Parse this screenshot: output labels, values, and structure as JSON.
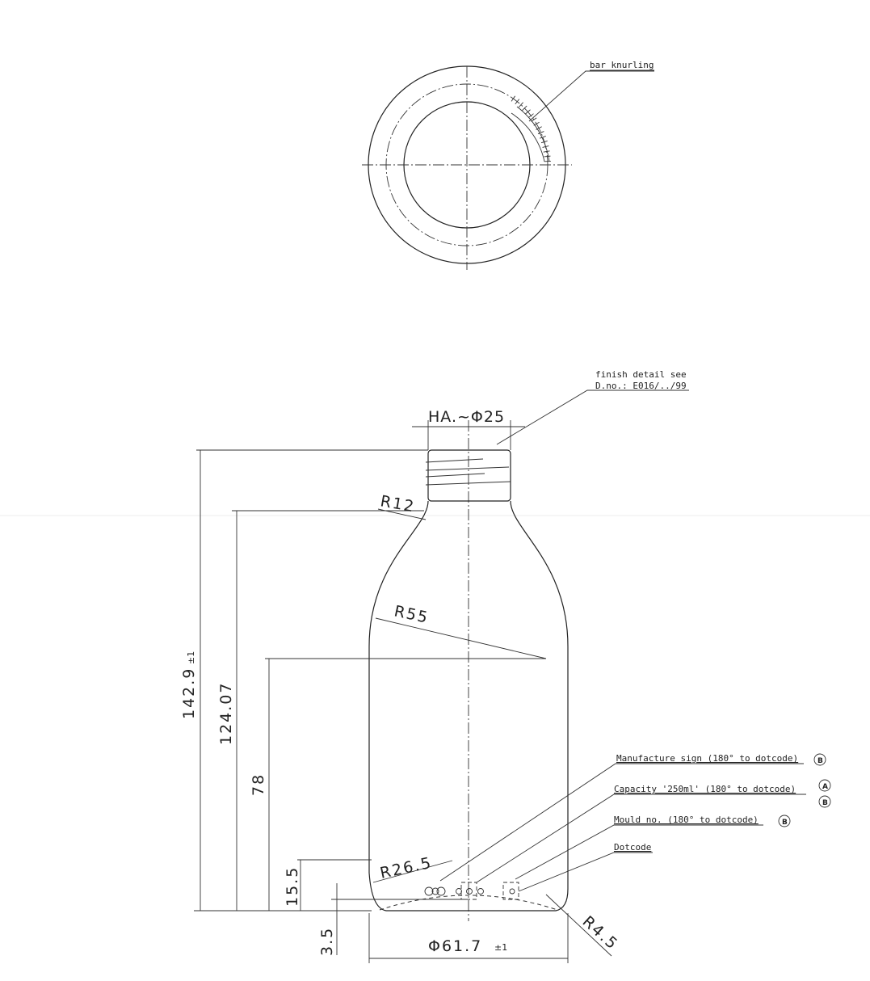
{
  "top_view": {
    "knurling_label": "bar knurling"
  },
  "finish": {
    "note_line1": "finish detail see",
    "note_line2": "D.no.: E016/../99",
    "diameter": "HA.~Φ25"
  },
  "dimensions": {
    "total_height": "142.9",
    "total_height_tol": "±1",
    "shoulder_height": "124.07",
    "body_height": "78",
    "heel_height": "15.5",
    "push_up": "3.5",
    "diameter": "Φ61.7",
    "diameter_tol": "±1",
    "r_neck": "R12",
    "r_shoulder": "R55",
    "r_heel": "R26.5",
    "r_base": "R4.5"
  },
  "callouts": [
    {
      "label": "Manufacture sign (180° to dotcode)",
      "marks": [
        "B"
      ]
    },
    {
      "label": "Capacity '250ml' (180° to  dotcode)",
      "marks": [
        "A",
        "B"
      ]
    },
    {
      "label": "Mould no. (180° to dotcode)",
      "marks": [
        "B"
      ]
    },
    {
      "label": "Dotcode",
      "marks": []
    }
  ]
}
